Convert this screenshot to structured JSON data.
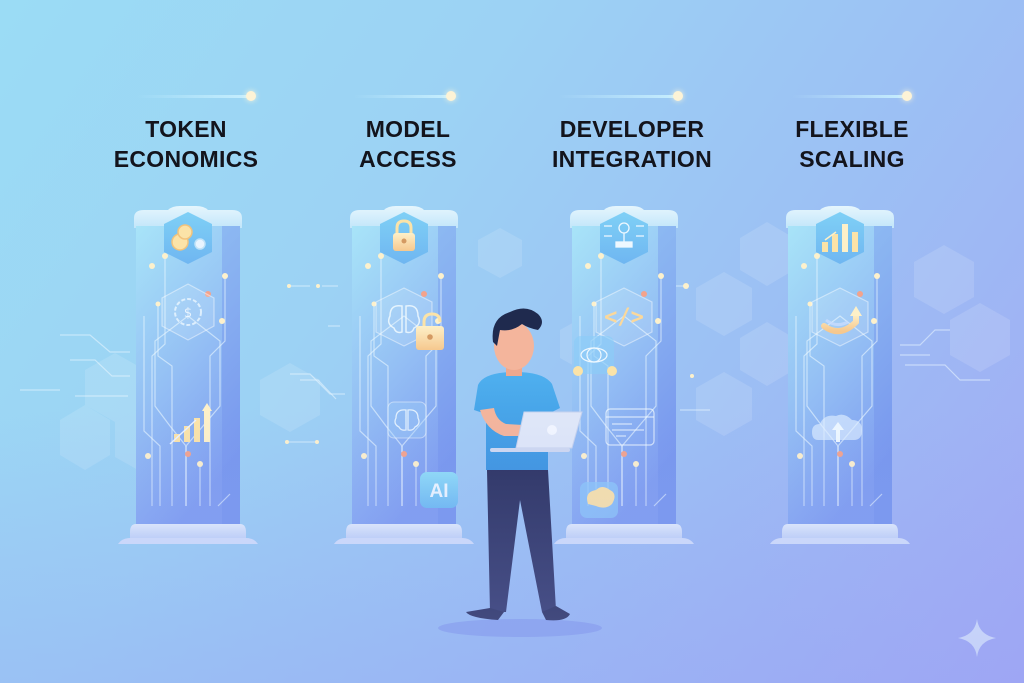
{
  "illustration": {
    "theme": "AI platform pillars",
    "columns": [
      {
        "id": "token-economics",
        "title_line1": "TOKEN",
        "title_line2": "ECONOMICS",
        "icons": [
          "coins-gear-icon",
          "dollar-gear-icon",
          "growth-chart-icon"
        ]
      },
      {
        "id": "model-access",
        "title_line1": "MODEL",
        "title_line2": "ACCESS",
        "icons": [
          "padlock-icon",
          "brain-icon",
          "unlocked-padlock-icon",
          "brain-chip-icon",
          "ai-badge-icon"
        ],
        "badge_text": "AI"
      },
      {
        "id": "developer-integration",
        "title_line1": "DEVELOPER",
        "title_line2": "INTEGRATION",
        "icons": [
          "stamp-network-icon",
          "code-brackets-icon",
          "globe-orbit-icon",
          "code-window-icon",
          "brain-badge-icon"
        ],
        "code_glyph": "</>"
      },
      {
        "id": "flexible-scaling",
        "title_line1": "FLEXIBLE",
        "title_line2": "SCALING",
        "icons": [
          "bar-chart-icon",
          "curved-arrow-icon",
          "cloud-upload-icon"
        ]
      }
    ],
    "character": {
      "description": "developer holding laptop",
      "shirt_color": "#4aa6ea",
      "pants_color": "#2b3260",
      "hair_color": "#1f2a4e",
      "skin_color": "#f4b59c",
      "laptop_color": "#dfe7f8"
    },
    "colors": {
      "bg_start": "#9bdcf5",
      "bg_end": "#a2a9f4",
      "pillar_top": "#a8e4f8",
      "pillar_bottom": "#7f9ef0",
      "accent_gold": "#fbe3a8",
      "accent_coral": "#f3a38c",
      "title_text": "#13141c"
    }
  }
}
